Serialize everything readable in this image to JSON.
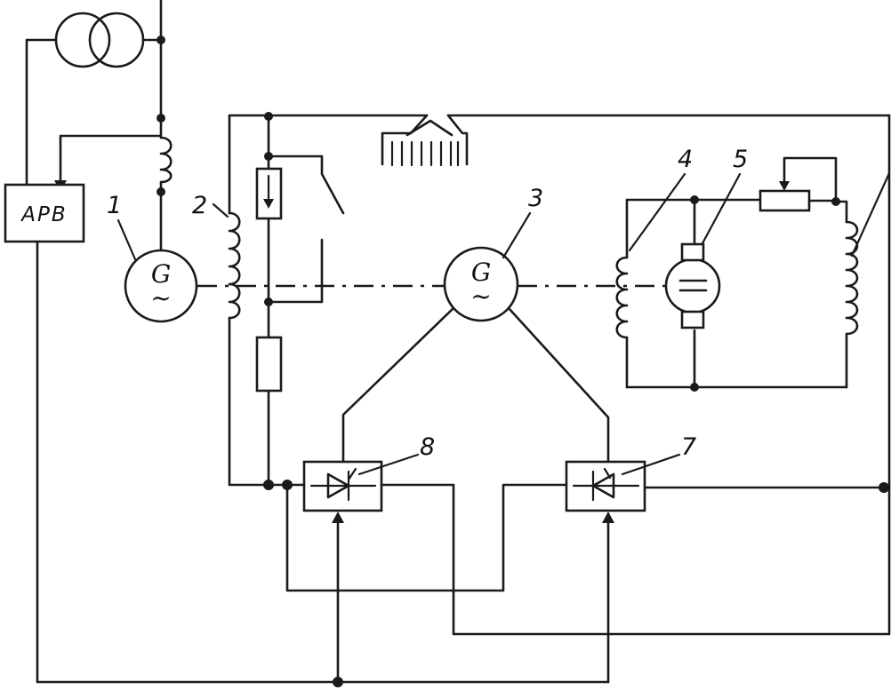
{
  "figure": {
    "regulator_label": "АРВ",
    "generator_symbol": "G",
    "ac_symbol": "~",
    "dc_symbol": "=",
    "components": [
      {
        "id": "1",
        "name": "main-generator"
      },
      {
        "id": "2",
        "name": "exciter-winding"
      },
      {
        "id": "3",
        "name": "auxiliary-generator"
      },
      {
        "id": "4",
        "name": "dc-machine-armature-winding"
      },
      {
        "id": "5",
        "name": "dc-machine"
      },
      {
        "id": "7",
        "name": "thyristor-converter-7"
      },
      {
        "id": "8",
        "name": "thyristor-converter-8"
      }
    ]
  }
}
